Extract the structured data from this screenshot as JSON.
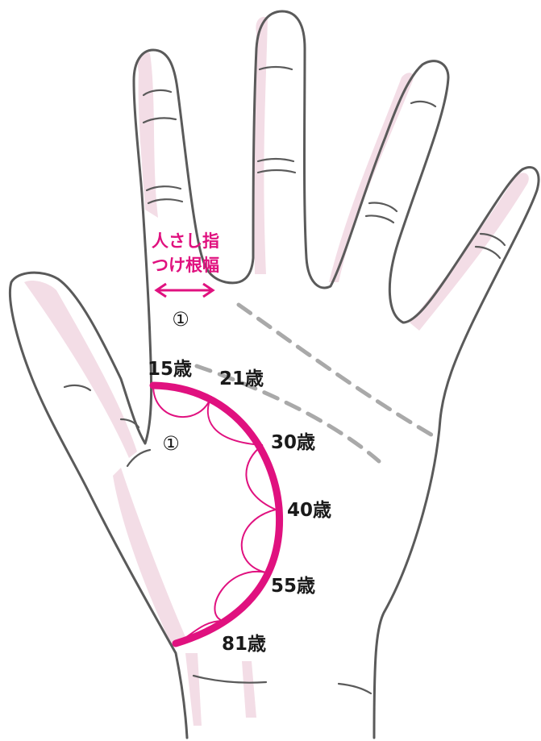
{
  "colors": {
    "accent": "#e0117f",
    "dash": "#a9a9a9",
    "outline": "#5a5a5a",
    "shadow": "#f3dde6"
  },
  "caption": {
    "line1": "人さし指",
    "line2": "つけ根幅"
  },
  "markers": {
    "upper": "①",
    "lower": "①"
  },
  "ages": {
    "a15": "15歳",
    "a21": "21歳",
    "a30": "30歳",
    "a40": "40歳",
    "a55": "55歳",
    "a81": "81歳"
  }
}
